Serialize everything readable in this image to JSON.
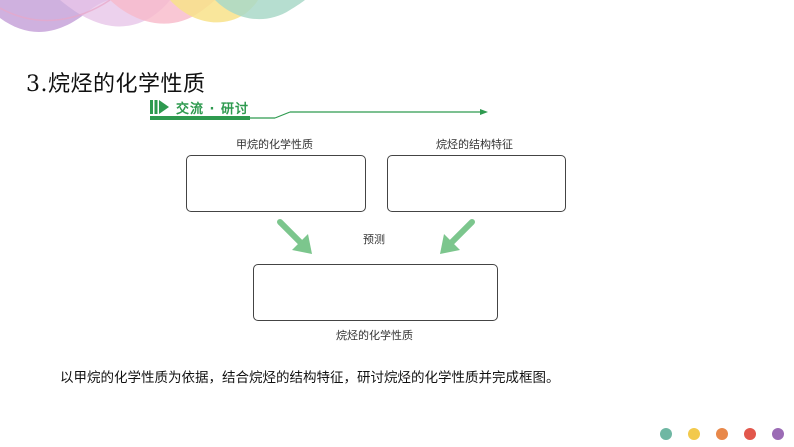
{
  "title": "3.烷烃的化学性质",
  "section_tag": {
    "label": "交流 · 研讨",
    "color": "#2e9a4f",
    "icon": "play-arrow-icon"
  },
  "diagram": {
    "left_box_label": "甲烷的化学性质",
    "right_box_label": "烷烃的结构特征",
    "center_label": "预测",
    "bottom_box_label": "烷烃的化学性质",
    "arrow_color": "#7cc68d"
  },
  "instruction": "以甲烷的化学性质为依据，结合烷烃的结构特征，研讨烷烃的化学性质并完成框图。",
  "footer_dot_colors": [
    "#6fb7a3",
    "#f2c94c",
    "#e8884a",
    "#e2574c",
    "#9b6bb5"
  ]
}
